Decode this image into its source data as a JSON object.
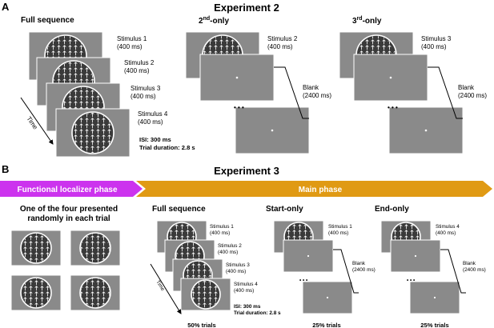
{
  "colors": {
    "localizer_phase": "#cc33ee",
    "main_phase": "#e09a14",
    "screen_gray": "#8a8a8a"
  },
  "panel_a": {
    "letter": "A",
    "title": "Experiment 2",
    "full_sequence": {
      "title": "Full sequence",
      "stimuli": [
        {
          "name": "Stimulus 1",
          "duration": "(400 ms)"
        },
        {
          "name": "Stimulus 2",
          "duration": "(400 ms)"
        },
        {
          "name": "Stimulus 3",
          "duration": "(400 ms)"
        },
        {
          "name": "Stimulus 4",
          "duration": "(400 ms)"
        }
      ],
      "time_label": "Time",
      "isi": "ISI: 300 ms",
      "trial_duration": "Trial duration: 2.8 s"
    },
    "second_only": {
      "title_num": "2",
      "title_sup": "nd",
      "title_rest": "-only",
      "stimulus": "Stimulus 2",
      "duration": "(400 ms)",
      "blank": "Blank",
      "blank_duration": "(2400 ms)"
    },
    "third_only": {
      "title_num": "3",
      "title_sup": "rd",
      "title_rest": "-only",
      "stimulus": "Stimulus 3",
      "duration": "(400 ms)",
      "blank": "Blank",
      "blank_duration": "(2400 ms)"
    }
  },
  "panel_b": {
    "letter": "B",
    "title": "Experiment 3",
    "localizer_phase": "Functional localizer phase",
    "main_phase": "Main phase",
    "localizer_caption_line1": "One of the four presented",
    "localizer_caption_line2": "randomly in each trial",
    "full_sequence": {
      "title": "Full sequence",
      "stimuli": [
        {
          "name": "Stimulus 1",
          "duration": "(400 ms)"
        },
        {
          "name": "Stimulus 2",
          "duration": "(400 ms)"
        },
        {
          "name": "Stimulus 3",
          "duration": "(400 ms)"
        },
        {
          "name": "Stimulus 4",
          "duration": "(400 ms)"
        }
      ],
      "time_label": "Time",
      "isi": "ISI: 300 ms",
      "trial_duration": "Trial duration: 2.8 s",
      "trials": "50% trials"
    },
    "start_only": {
      "title": "Start-only",
      "stimulus": "Stimulus 1",
      "duration": "(400 ms)",
      "blank": "Blank",
      "blank_duration": "(2400 ms)",
      "trials": "25% trials"
    },
    "end_only": {
      "title": "End-only",
      "stimulus": "Stimulus 4",
      "duration": "(400 ms)",
      "blank": "Blank",
      "blank_duration": "(2400 ms)",
      "trials": "25% trials"
    }
  }
}
